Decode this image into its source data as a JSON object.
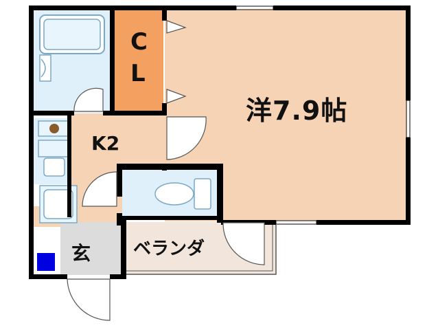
{
  "rooms": {
    "western_room": "洋7.9帖",
    "kitchen": "K2",
    "entrance": "玄",
    "veranda": "ベランダ",
    "closet_c": "C",
    "closet_l": "L"
  },
  "colors": {
    "wall": "#000000",
    "floor": "#f7d3b5",
    "closet": "#f4a060",
    "wet_area": "#dff0fb",
    "entrance_floor": "#dcdcdc",
    "veranda_floor": "#f2e6dc",
    "fixture_line": "#7aa9c8",
    "storage_marker": "#0000e0",
    "stove_knob": "#8b5a2b"
  }
}
